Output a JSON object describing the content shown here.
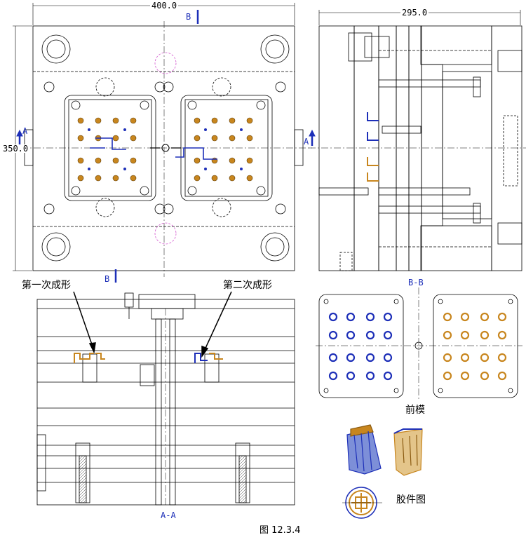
{
  "dimensions": {
    "top_width": "400.0",
    "side_width": "295.0",
    "left_height": "350.0"
  },
  "section_marks": {
    "a_left": "A",
    "a_right": "A",
    "b_top": "B",
    "b_bottom": "B"
  },
  "view_labels": {
    "section_aa": "A-A",
    "section_bb": "B-B"
  },
  "annotations": {
    "first_shot": "第一次成形",
    "second_shot": "第二次成形",
    "front_mold": "前模",
    "part_drawing": "胶件图"
  },
  "caption": "图 12.3.4",
  "colors": {
    "line": "#000000",
    "section_marker": "#1d2fb8",
    "first_shot_part": "#1d2fb8",
    "second_shot_part": "#c8861e",
    "guide_circle": "#d45ad0"
  }
}
